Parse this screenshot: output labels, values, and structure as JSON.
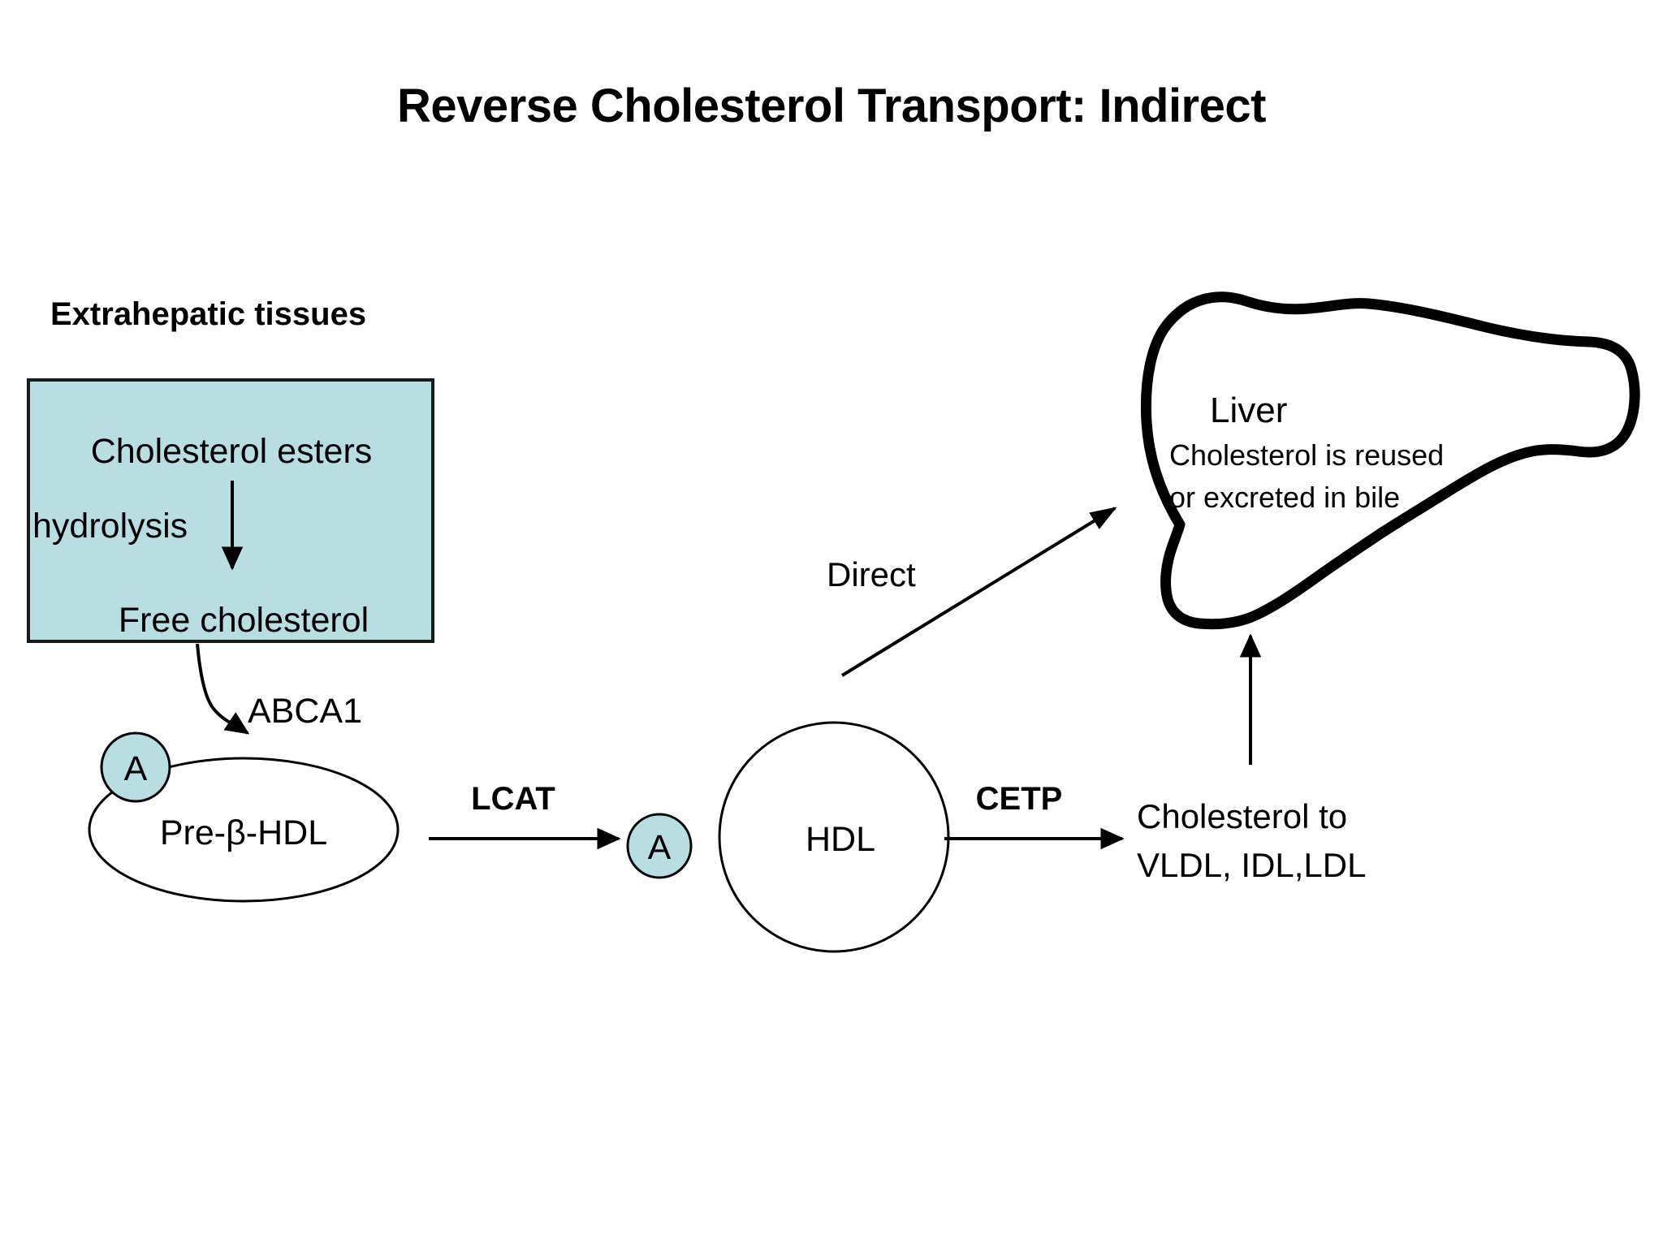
{
  "title": "Reverse Cholesterol Transport: Indirect",
  "sections": {
    "extrahepatic_label": "Extrahepatic tissues"
  },
  "cell_box": {
    "line1": "Cholesterol esters",
    "reaction_label": "hydrolysis",
    "line2": "Free cholesterol"
  },
  "transporters": {
    "abca1": "ABCA1",
    "lcat": "LCAT",
    "cetp": "CETP"
  },
  "particles": {
    "prebeta_hdl": "Pre-β-HDL",
    "prebeta_apo": "A",
    "hdl": "HDL",
    "hdl_apo": "A"
  },
  "pathways": {
    "direct": "Direct",
    "cetp_target_line1": "Cholesterol to",
    "cetp_target_line2": "VLDL, IDL,LDL"
  },
  "liver": {
    "name": "Liver",
    "note_line1": "Cholesterol is reused",
    "note_line2": "or excreted in bile"
  },
  "colors": {
    "accent_fill": "#b9dee1",
    "outline": "#000000",
    "background": "#ffffff"
  },
  "chart_data": {
    "type": "diagram",
    "title": "Reverse Cholesterol Transport: Indirect",
    "nodes": [
      {
        "id": "cell",
        "label": "Cholesterol esters → Free cholesterol",
        "group": "Extrahepatic tissues"
      },
      {
        "id": "prebeta",
        "label": "Pre-β-HDL"
      },
      {
        "id": "hdl",
        "label": "HDL"
      },
      {
        "id": "vldl",
        "label": "Cholesterol to VLDL, IDL,LDL"
      },
      {
        "id": "liver",
        "label": "Liver"
      }
    ],
    "edges": [
      {
        "from": "cell",
        "to": "cell",
        "label": "hydrolysis"
      },
      {
        "from": "cell",
        "to": "prebeta",
        "label": "ABCA1"
      },
      {
        "from": "prebeta",
        "to": "hdl",
        "label": "LCAT"
      },
      {
        "from": "hdl",
        "to": "vldl",
        "label": "CETP"
      },
      {
        "from": "hdl",
        "to": "liver",
        "label": "Direct"
      },
      {
        "from": "vldl",
        "to": "liver",
        "label": ""
      }
    ]
  }
}
